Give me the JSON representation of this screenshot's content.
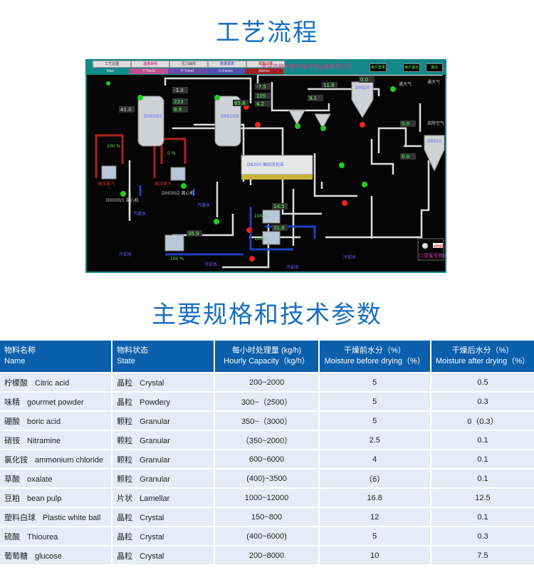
{
  "section1_title": "工艺流程",
  "section2_title": "主要规格和技术参数",
  "scada": {
    "tabs": [
      {
        "label": "工艺总图",
        "sub": "Main"
      },
      {
        "label": "温度曲线",
        "sub": "T-Trend"
      },
      {
        "label": "压力曲线",
        "sub": "P-Trend"
      },
      {
        "label": "数据报表",
        "sub": "D-Forms"
      },
      {
        "label": "报警记录",
        "sub": "Alarms"
      }
    ],
    "company": "宜兴市格兰特干燥浓缩设备有限公司",
    "btn_login": "用户登录",
    "btn_logout": "用户退出",
    "btn_exit": "退出",
    "labels": {
      "d1": "D0010/1",
      "d2": "D0010/2",
      "d3": "D0020",
      "d4": "D0010",
      "fan1": "D0030/1 离心机",
      "fan2": "D0030/2 离心机",
      "v1": "-3.0",
      "v2": "223",
      "v3": "8.9",
      "v4": "41.0",
      "v5": "-7.5",
      "v6": "105",
      "v7": "4.2",
      "v8": "85.8",
      "v9": "9.1",
      "v10": "11.8",
      "v11": "0.0",
      "v12": "0.0",
      "v13": "0.0",
      "v14": "35.9",
      "v15": "14.5",
      "v16": "31.8",
      "pct1": "100 %",
      "pct2": "0 %",
      "pct3": "100 %",
      "pct4": "100 %",
      "pct5": "100 %",
      "steam1": "高压蒸汽",
      "steam2": "高压蒸汽",
      "cond1": "汽凝水",
      "cond2": "汽凝水",
      "cool1": "冷却水",
      "cool2": "冷却水",
      "cool3": "冷却水",
      "cool4": "冷却水",
      "air1": "通大气",
      "air2": "通大气",
      "air3": "去除空气",
      "vibro": "D8200 振动流化床",
      "ind": "口康葡萄糖A",
      "warn": "报警复位"
    }
  },
  "table": {
    "headers": [
      [
        "物料名称",
        "Name"
      ],
      [
        "物料状态",
        "State"
      ],
      [
        "每小时处理量 (kg/h)",
        "Hourly Capacity（kg/h）"
      ],
      [
        "干燥前水分（%）",
        "Moisture before drying（%）"
      ],
      [
        "干燥后水分（%）",
        "Moisture after drying（%）"
      ]
    ],
    "rows": [
      {
        "name_zh": "柠檬酸",
        "name_en": "Citric acid",
        "state_zh": "晶粒",
        "state_en": "Crystal",
        "capacity": "200~2000",
        "before": "5",
        "after": "0.5"
      },
      {
        "name_zh": "味精",
        "name_en": "gourmet powder",
        "state_zh": "晶粒",
        "state_en": "Powdery",
        "capacity": "300~（2500）",
        "before": "5",
        "after": "0.3"
      },
      {
        "name_zh": "硼酸",
        "name_en": "boric acid",
        "state_zh": "颗粒",
        "state_en": "Granular",
        "capacity": "350~（3000）",
        "before": "5",
        "after": "0（0.3）"
      },
      {
        "name_zh": "硝铵",
        "name_en": "Nitramine",
        "state_zh": "颗粒",
        "state_en": "Granular",
        "capacity": "（350~2000）",
        "before": "2.5",
        "after": "0.1"
      },
      {
        "name_zh": "氯化铵",
        "name_en": "ammonium chloride",
        "state_zh": "颗粒",
        "state_en": "Granular",
        "capacity": "600~6000",
        "before": "4",
        "after": "0.1"
      },
      {
        "name_zh": "草酸",
        "name_en": "oxalate",
        "state_zh": "颗粒",
        "state_en": "Granular",
        "capacity": "(400)~3500",
        "before": "（6）",
        "after": "0.1"
      },
      {
        "name_zh": "豆粕",
        "name_en": "bean pulp",
        "state_zh": "片状",
        "state_en": "Lamellar",
        "capacity": "1000~12000",
        "before": "16.8",
        "after": "12.5"
      },
      {
        "name_zh": "塑料白球",
        "name_en": "Plastic white ball",
        "state_zh": "晶粒",
        "state_en": "Crystal",
        "capacity": "150~800",
        "before": "12",
        "after": "0.1"
      },
      {
        "name_zh": "硫酸",
        "name_en": "Thiourea",
        "state_zh": "晶粒",
        "state_en": "Crystal",
        "capacity": "(400~6000)",
        "before": "5",
        "after": "0.3"
      },
      {
        "name_zh": "葡萄糖",
        "name_en": "glucose",
        "state_zh": "晶粒",
        "state_en": "Crystal",
        "capacity": "200~8000",
        "before": "10",
        "after": "7.5"
      }
    ]
  }
}
